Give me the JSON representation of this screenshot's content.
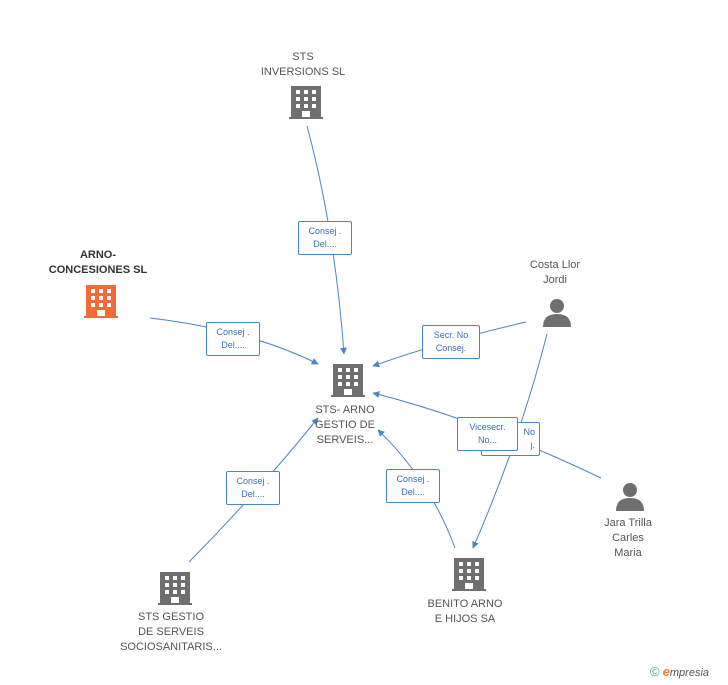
{
  "nodes": [
    {
      "id": "sts_inversions",
      "label": "STS\nINVERSIONS SL",
      "kind": "company"
    },
    {
      "id": "arno_concesiones",
      "label": "ARNO-\nCONCESIONES SL",
      "kind": "company-focus",
      "color": "#f26b3a"
    },
    {
      "id": "costa_llor",
      "label": "Costa Llor\nJordi",
      "kind": "person"
    },
    {
      "id": "sts_arno",
      "label": "STS- ARNO\nGESTIO DE\nSERVEIS...",
      "kind": "company"
    },
    {
      "id": "jara_trilla",
      "label": "Jara Trilla\nCarles\nMaria",
      "kind": "person"
    },
    {
      "id": "sts_gestio",
      "label": "STS GESTIO\nDE SERVEIS\nSOCIOSANITARIS...",
      "kind": "company"
    },
    {
      "id": "benito_arno",
      "label": "BENITO ARNO\nE HIJOS SA",
      "kind": "company"
    }
  ],
  "edges": [
    {
      "id": "e1",
      "label": "Consej .\nDel...."
    },
    {
      "id": "e2",
      "label": "Consej .\nDel...."
    },
    {
      "id": "e3",
      "label": "Secr.  No\nConsej."
    },
    {
      "id": "e4",
      "label": "Vicesecr.\nNo..."
    },
    {
      "id": "e4b",
      "label": "No\nj."
    },
    {
      "id": "e5",
      "label": "Consej .\nDel...."
    },
    {
      "id": "e6",
      "label": "Consej .\nDel...."
    },
    {
      "id": "e7",
      "label": ""
    }
  ],
  "colors": {
    "edge": "#4a86c8",
    "company": "#6f6f6f",
    "focus": "#f26b3a",
    "person": "#6f6f6f"
  },
  "brand": {
    "copyright": "©",
    "e": "e",
    "rest": "mpresia"
  }
}
